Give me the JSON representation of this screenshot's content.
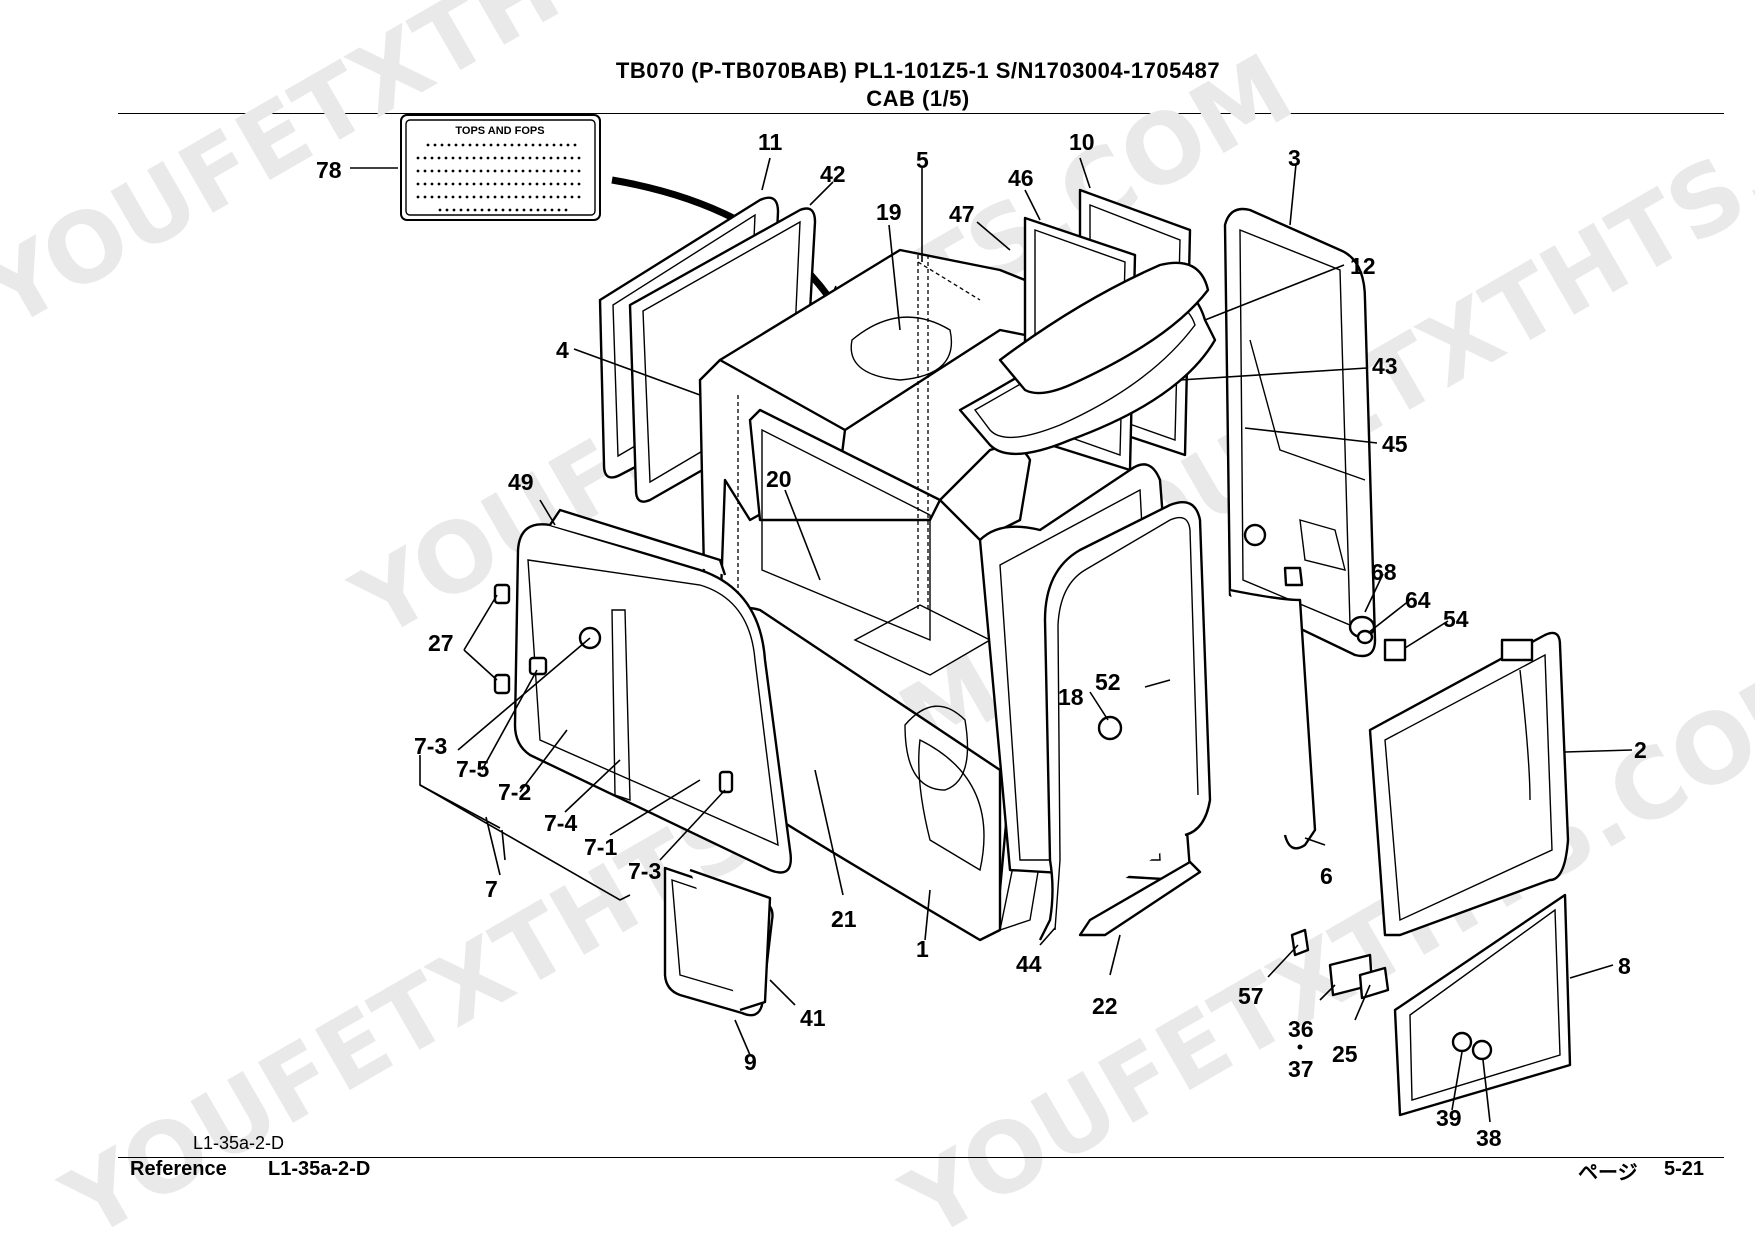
{
  "header": {
    "line1": "TB070 (P-TB070BAB) PL1-101Z5-1  S/N1703004-1705487",
    "line2": "CAB (1/5)"
  },
  "footer": {
    "ref_small": "L1-35a-2-D",
    "ref_label": "Reference",
    "ref_code": "L1-35a-2-D",
    "page_label": "ページ",
    "page_number": "5-21"
  },
  "decal": {
    "title": "TOPS AND FOPS"
  },
  "watermark": {
    "text": "YOUFETXTHTS.COM"
  },
  "callouts": {
    "c78": "78",
    "c11": "11",
    "c42": "42",
    "c5": "5",
    "c19": "19",
    "c46": "46",
    "c47": "47",
    "c10": "10",
    "c3": "3",
    "c12": "12",
    "c4": "4",
    "c43": "43",
    "c45": "45",
    "c49": "49",
    "c20": "20",
    "c68": "68",
    "c64": "64",
    "c54": "54",
    "c27": "27",
    "c52": "52",
    "c18": "18",
    "c2": "2",
    "c7_3a": "7-3",
    "c7_5": "7-5",
    "c7_2": "7-2",
    "c7_4": "7-4",
    "c7_1": "7-1",
    "c7_3b": "7-3",
    "c7": "7",
    "c21": "21",
    "c1": "1",
    "c44": "44",
    "c22": "22",
    "c6": "6",
    "c8": "8",
    "c57": "57",
    "c36": "36",
    "c37": "37",
    "c25": "25",
    "c39": "39",
    "c38": "38",
    "c41": "41",
    "c9": "9"
  }
}
